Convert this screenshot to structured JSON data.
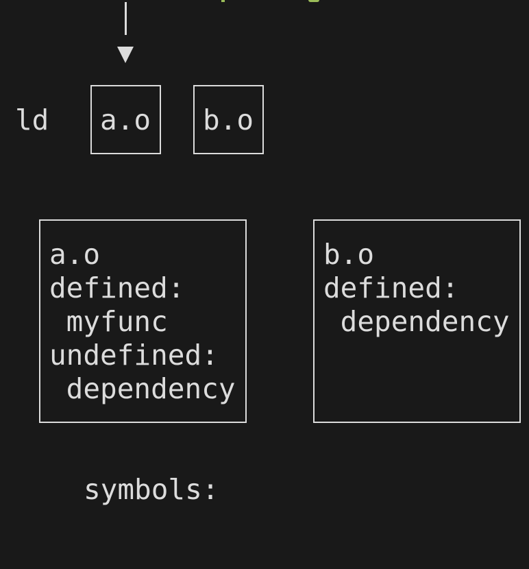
{
  "top_row": {
    "label": "ld",
    "files": [
      "a.o",
      "b.o"
    ]
  },
  "objects": [
    {
      "name": "a.o",
      "lines": [
        "defined:",
        " myfunc",
        "undefined:",
        " dependency"
      ]
    },
    {
      "name": "b.o",
      "lines": [
        "defined:",
        " dependency"
      ]
    }
  ],
  "footer": "symbols:",
  "colors": {
    "background": "#191919",
    "foreground": "#dcdcdc",
    "accent": "#9bbb59"
  }
}
